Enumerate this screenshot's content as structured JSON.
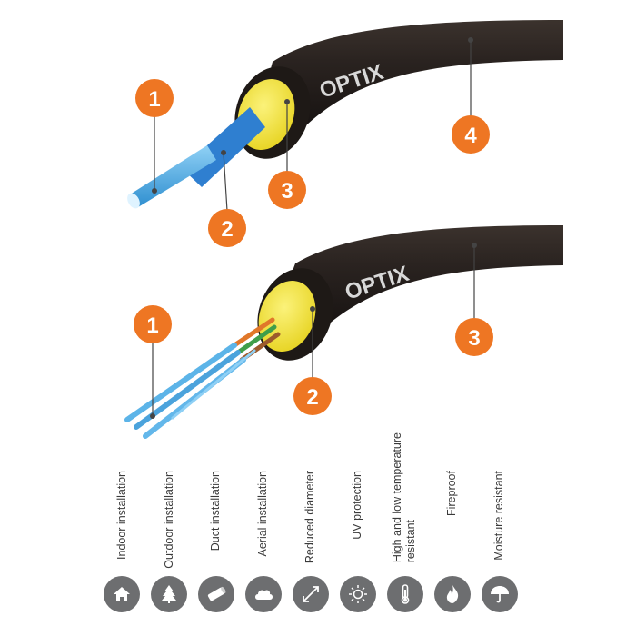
{
  "brand": "OPTIX",
  "colors": {
    "callout": "#ee7623",
    "jacket": "#2a2320",
    "yarn": "#f2e436",
    "fiber": "#4ba3dc",
    "tube": "#2f7fd0",
    "icon_bg": "#6d6e70"
  },
  "cable_top": {
    "callouts": [
      "1",
      "2",
      "3",
      "4"
    ]
  },
  "cable_bottom": {
    "callouts": [
      "1",
      "2",
      "3"
    ]
  },
  "features": [
    {
      "label": "Indoor installation",
      "icon": "house-icon"
    },
    {
      "label": "Outdoor installation",
      "icon": "tree-icon"
    },
    {
      "label": "Duct installation",
      "icon": "pipe-icon"
    },
    {
      "label": "Aerial installation",
      "icon": "cloud-icon"
    },
    {
      "label": "Reduced diameter",
      "icon": "diagonal-arrow-icon"
    },
    {
      "label": "UV protection",
      "icon": "sun-icon"
    },
    {
      "label": "High and low temperature",
      "label2": "resistant",
      "icon": "thermometer-icon"
    },
    {
      "label": "Fireproof",
      "icon": "flame-icon"
    },
    {
      "label": "Moisture resistant",
      "icon": "umbrella-icon"
    }
  ]
}
